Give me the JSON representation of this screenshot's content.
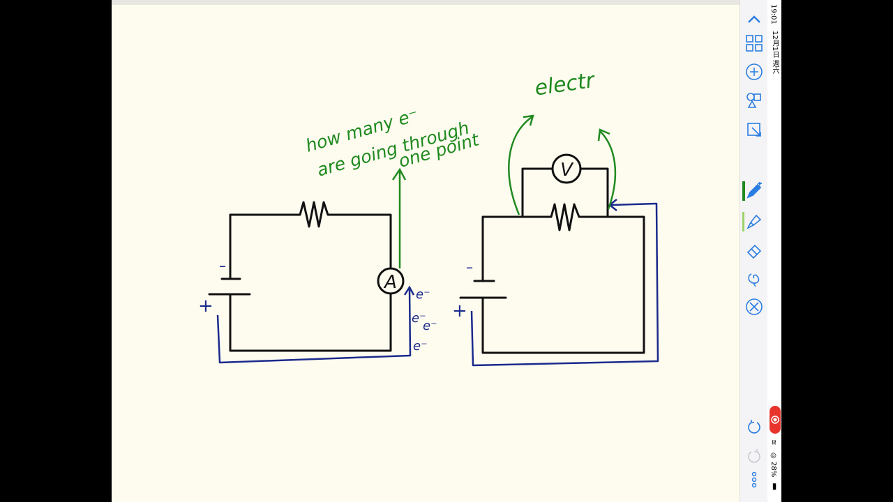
{
  "canvas": {
    "annotations": {
      "ammeter_note": [
        "how many e⁻",
        "are going through",
        "one point"
      ],
      "voltmeter_note": "electr",
      "ammeter_symbol": "A",
      "voltmeter_symbol": "V",
      "negative_terminal": "–",
      "positive_terminal": "+",
      "electron_labels": [
        "e⁻",
        "e⁻",
        "e⁻",
        "e⁻"
      ]
    },
    "colors": {
      "ink": "#111111",
      "green_ink": "#1f8a1f",
      "blue_ink": "#1a2a8c",
      "paper": "#fefbef"
    }
  },
  "toolbar": {
    "tools": [
      {
        "icon": "chevron-up-icon"
      },
      {
        "icon": "grid-icon"
      },
      {
        "icon": "plus-circle-icon"
      },
      {
        "icon": "shapes-icon"
      },
      {
        "icon": "lasso-select-icon"
      },
      {
        "icon": "pen-icon"
      },
      {
        "icon": "highlighter-icon"
      },
      {
        "icon": "eraser-icon"
      },
      {
        "icon": "lasso-icon"
      },
      {
        "icon": "close-circle-icon"
      },
      {
        "icon": "undo-icon"
      },
      {
        "icon": "redo-icon"
      },
      {
        "icon": "more-icon"
      }
    ],
    "accent": "#2a7de1"
  },
  "status_bar": {
    "time": "19:01",
    "date": "12月1日 週六",
    "battery": "28%"
  }
}
